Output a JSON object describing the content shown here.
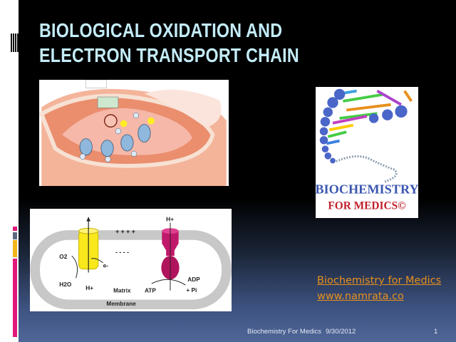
{
  "slide": {
    "title_line1": "BIOLOGICAL OXIDATION AND",
    "title_line2": "ELECTRON TRANSPORT CHAIN",
    "links": [
      "Biochemistry for Medics",
      "www.namrata.co"
    ],
    "footer": {
      "left": "Biochemistry For Medics",
      "date": "9/30/2012",
      "page_number": "1"
    },
    "logo": {
      "line1": "BIOCHEMISTRY",
      "line2": "FOR MEDICS©"
    },
    "membrane_diagram": {
      "labels": {
        "h_plus_top": "H+",
        "plus_signs": "+ + + +",
        "minus_signs": "- - - -",
        "o2": "O2",
        "h2o": "H2O",
        "electron": "e-",
        "h_plus_bottom": "H+",
        "matrix": "Matrix",
        "atp": "ATP",
        "adp": "ADP",
        "pi": "+ Pi",
        "membrane": "Membrane"
      }
    },
    "colors": {
      "title": "#c4ecf8",
      "link": "#e8901c",
      "accent_pink": "#e0197a",
      "accent_yellow": "#f2b51b",
      "accent_slate": "#5a6a80"
    }
  }
}
